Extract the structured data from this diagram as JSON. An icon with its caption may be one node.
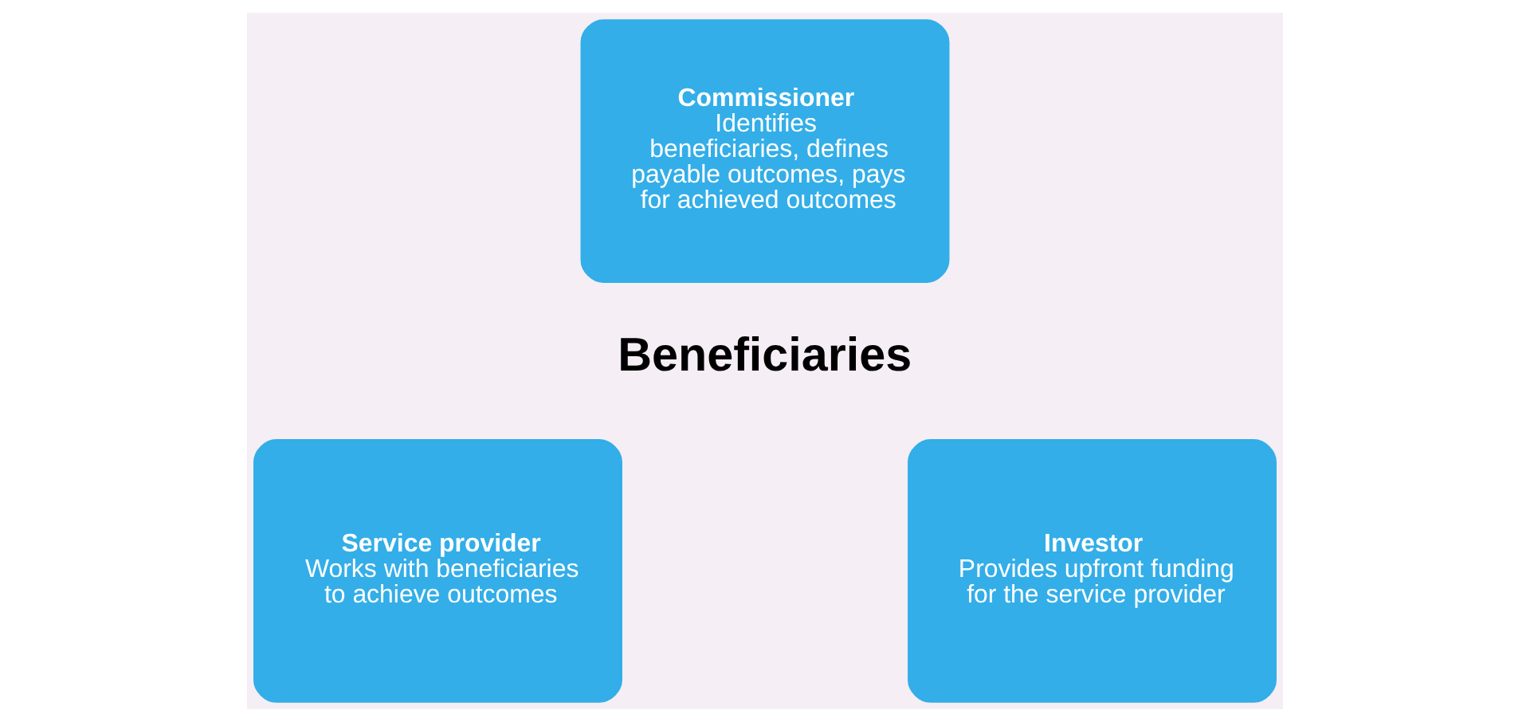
{
  "diagram": {
    "nodes": [
      {
        "text": [
          "Commissioner",
          "Identifies beneficiaries, defines payable outcomes, pays for achieved outcomes"
        ]
      },
      {
        "text": [
          "Service provider",
          "Works with beneficiaries to achieve outcomes"
        ]
      },
      {
        "text": [
          "Investor",
          "Provides upfront funding for the service provider"
        ]
      }
    ],
    "edges": [],
    "labels": [
      "Beneficiaries"
    ]
  }
}
